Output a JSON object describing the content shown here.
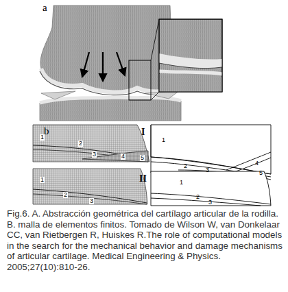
{
  "diagram": {
    "caption": "Fig.6. A. Abstracción geométrica del cartílago articular de la rodilla. B. malla de elementos finitos. Tomado de Wilson W, van Donkelaar CC, van Rietbergen R, Huiskes R.The role of computational models in the search for the mechanical behavior and damage mechanisms of articular cartilage. Medical Engineering & Physics. 2005;27(10):810-26.",
    "labels": [
      "a",
      "b",
      "1",
      "2",
      "3",
      "4",
      "5",
      "I",
      "1",
      "2",
      "3",
      "4",
      "5",
      "1",
      "2",
      "3",
      "II",
      "1",
      "2",
      "3"
    ]
  }
}
